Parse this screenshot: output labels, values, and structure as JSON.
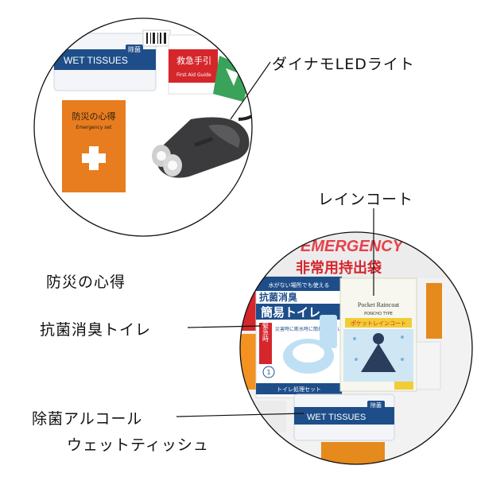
{
  "callouts": {
    "dynamo": "ダイナモLEDライト",
    "raincoat": "レインコート",
    "guide": "防災の心得",
    "toilet": "抗菌消臭トイレ",
    "wet_line1": "除菌アルコール",
    "wet_line2": "ウェットティッシュ"
  },
  "circle1": {
    "wet_tissue_text": "WET TISSUES",
    "wet_badge": "除菌",
    "first_aid_title": "救急手引",
    "first_aid_sub": "First Aid Guide",
    "guide_title": "防災の心得",
    "guide_sub": "Emergency set"
  },
  "circle2": {
    "emergency_banner": "EMERGENCY",
    "bag_title": "非常用持出袋",
    "toilet_top": "水がない場所でも使える",
    "toilet_name1": "抗菌消臭",
    "toilet_name2": "簡易トイレ",
    "toilet_badge": "緊急時",
    "toilet_desc": "災害時に断水時に簡易型トイレに",
    "toilet_count": "1",
    "toilet_set": "トイレ処理セット",
    "raincoat_en1": "Pocket Raincoat",
    "raincoat_en2": "PONCHO TYPE",
    "raincoat_jp": "ポケットレインコート",
    "wet_tissue_text": "WET TISSUES",
    "wet_badge": "除菌"
  },
  "colors": {
    "orange": "#e77d1f",
    "navy": "#1e4e8a",
    "red": "#d5262c",
    "yellow": "#f2cc34",
    "sky": "#bfe0f4"
  },
  "icons": [
    "first-aid-cross-icon",
    "toilet-icon",
    "raincoat-person-icon",
    "flashlight-icon"
  ]
}
